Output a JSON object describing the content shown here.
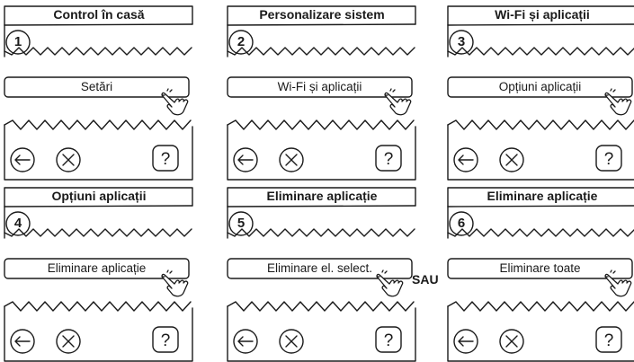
{
  "panels": [
    {
      "title": "Control în casă",
      "step": "1",
      "button": "Setări"
    },
    {
      "title": "Personalizare sistem",
      "step": "2",
      "button": "Wi-Fi și aplicații"
    },
    {
      "title": "Wi-Fi și aplicații",
      "step": "3",
      "button": "Opțiuni aplicații"
    },
    {
      "title": "Opțiuni aplicații",
      "step": "4",
      "button": "Eliminare aplicație"
    },
    {
      "title": "Eliminare aplicație",
      "step": "5",
      "button": "Eliminare el. select."
    },
    {
      "title": "Eliminare aplicație",
      "step": "6",
      "button": "Eliminare toate"
    }
  ],
  "or_label": "SAU",
  "icons": {
    "back": "back-arrow-icon",
    "cancel": "cancel-x-icon",
    "help": "help-question-icon",
    "pointer": "pointing-hand-icon"
  },
  "colors": {
    "line": "#1a1a1a",
    "background": "#ffffff"
  }
}
